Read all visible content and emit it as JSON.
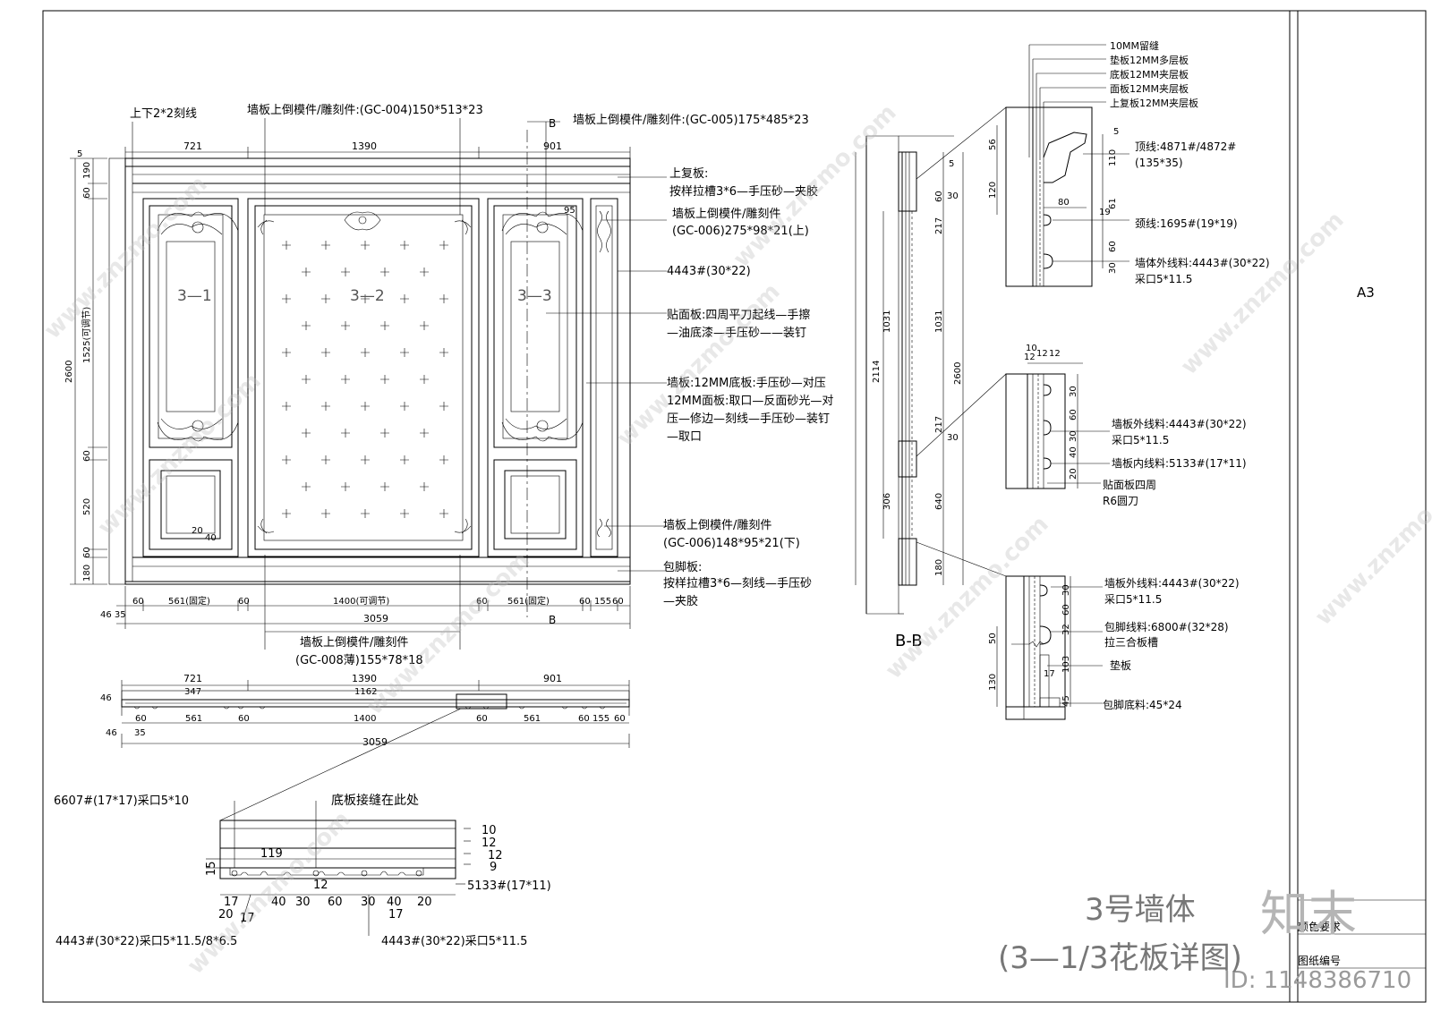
{
  "sheet": {
    "paper_size": "A3",
    "title_line1": "3号墙体",
    "title_line2": "(3—1/3花板详图)",
    "stamp_logo": "知末",
    "field_color": "颜色要求",
    "field_drawing_no": "图纸编号",
    "id_text": "ID: 1148386710",
    "watermark": "www.znzmo.com"
  },
  "elevation": {
    "top_dims": [
      "721",
      "1390",
      "901"
    ],
    "left_dims": [
      "5",
      "190",
      "60",
      "2600",
      "1525(可调节)",
      "60",
      "520",
      "60",
      "180"
    ],
    "panel_labels": [
      "3—1",
      "3—2",
      "3—3"
    ],
    "inner_dims": [
      "95",
      "20",
      "40"
    ],
    "bottom_dims_row1": [
      "60",
      "561(固定)",
      "60",
      "1400(可调节)",
      "60",
      "561(固定)",
      "60",
      "155",
      "60"
    ],
    "bottom_dims_left": "46 35",
    "total_width": "3059",
    "section_mark": "B"
  },
  "annotations": {
    "groove": "上下2*2刻线",
    "gc004": "墙板上倒模件/雕刻件:(GC-004)150*513*23",
    "gc005": "墙板上倒模件/雕刻件:(GC-005)175*485*23",
    "upper_board_1": "上复板:",
    "upper_board_2": "按样拉槽3*6—手压砂—夹胶",
    "gc006_up_1": "墙板上倒模件/雕刻件",
    "gc006_up_2": "(GC-006)275*98*21(上)",
    "m4443": "4443#(30*22)",
    "veneer_1": "贴面板:四周平刀起线—手擦",
    "veneer_2": "—油底漆—手压砂——装钉",
    "wall_1": "墙板:12MM底板:手压砂—对压",
    "wall_2": "12MM面板:取口—反面砂光—对",
    "wall_3": "压—修边—刻线—手压砂—装钉",
    "wall_4": "—取口",
    "gc006_dn_1": "墙板上倒模件/雕刻件",
    "gc006_dn_2": "(GC-006)148*95*21(下)",
    "skirt_1": "包脚板:",
    "skirt_2": "按样拉槽3*6—刻线—手压砂",
    "skirt_3": "—夹胶",
    "gc008_1": "墙板上倒模件/雕刻件",
    "gc008_2": "(GC-008薄)155*78*18"
  },
  "plan": {
    "top_dims": [
      "721",
      "1390",
      "901"
    ],
    "inner_dims": [
      "347",
      "1162"
    ],
    "left_dims": [
      "46",
      "46",
      "35"
    ],
    "bottom_dims": [
      "60",
      "561",
      "60",
      "1400",
      "60",
      "561",
      "60",
      "155",
      "60"
    ],
    "total": "3059"
  },
  "plan_detail": {
    "label_6607": "6607#(17*17)采口5*10",
    "seam": "底板接缝在此处",
    "dim_119": "119",
    "dim_15": "15",
    "dim_12": "12",
    "right_dims": [
      "10",
      "12",
      "12",
      "9"
    ],
    "label_5133": "5133#(17*11)",
    "bottom_dims": [
      "17",
      "20",
      "17",
      "40",
      "30",
      "60",
      "30",
      "40",
      "20",
      "17"
    ],
    "label_4443a": "4443#(30*22)采口5*11.5/8*6.5",
    "label_4443b": "4443#(30*22)采口5*11.5"
  },
  "section_bb": {
    "label": "B-B",
    "dims_left": [
      "2114",
      "1031",
      "306"
    ],
    "dims_mid": [
      "5",
      "60",
      "30",
      "217",
      "1031",
      "217",
      "30",
      "640",
      "180"
    ],
    "dim_2600": "2600"
  },
  "detail_top": {
    "layers": [
      "10MM留缝",
      "垫板12MM多层板",
      "底板12MM夹层板",
      "面板12MM夹层板",
      "上复板12MM夹层板"
    ],
    "dims": [
      "56",
      "120",
      "80",
      "110",
      "61",
      "60",
      "30",
      "5",
      "19"
    ],
    "crown_1": "顶线:4871#/4872#",
    "crown_2": "(135*35)",
    "neck": "颈线:1695#(19*19)",
    "outer_1": "墙体外线料:4443#(30*22)",
    "outer_2": "采口5*11.5"
  },
  "detail_mid": {
    "top_dims": [
      "10",
      "12",
      "12",
      "12"
    ],
    "dims": [
      "30",
      "60",
      "30",
      "40",
      "20"
    ],
    "outer_1": "墙板外线料:4443#(30*22)",
    "outer_2": "采口5*11.5",
    "inner": "墙板内线料:5133#(17*11)",
    "veneer_1": "贴面板四周",
    "veneer_2": "R6圆刀"
  },
  "detail_bottom": {
    "dims": [
      "30",
      "60",
      "32",
      "103",
      "17",
      "50",
      "130",
      "45"
    ],
    "outer_1": "墙板外线料:4443#(30*22)",
    "outer_2": "采口5*11.5",
    "skirt_1": "包脚线料:6800#(32*28)",
    "skirt_2": "拉三合板槽",
    "pad": "垫板",
    "base": "包脚底料:45*24"
  }
}
